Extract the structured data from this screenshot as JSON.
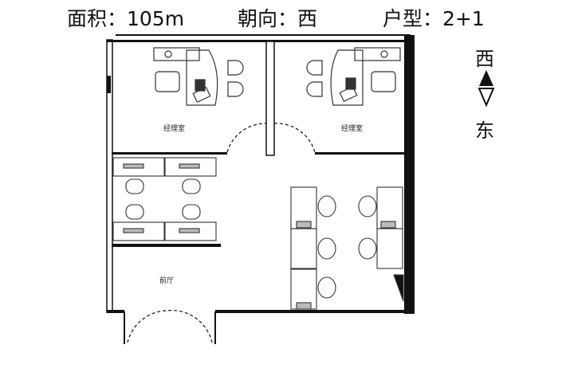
{
  "header": {
    "area": "面积：105m",
    "orientation": "朝向：西",
    "layout": "户型：2+1"
  },
  "compass": {
    "top": "西",
    "bottom": "东",
    "icon": "north-south-arrow-icon"
  },
  "rooms": {
    "office_left": "经理室",
    "office_right": "经理室",
    "lobby": "前厅"
  },
  "colors": {
    "wall": "#111111",
    "furniture": "#333333"
  }
}
